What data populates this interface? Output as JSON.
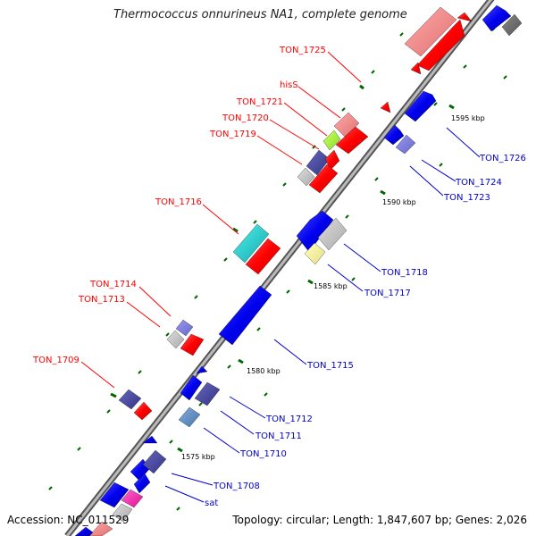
{
  "title": "Thermococcus onnurineus NA1, complete genome",
  "footer": {
    "accession": "Accession: NC_011529",
    "summary": "Topology: circular; Length: 1,847,607 bp; Genes: 2,026"
  },
  "scale_labels": [
    "1575 kbp",
    "1580 kbp",
    "1585 kbp",
    "1590 kbp",
    "1595 kbp"
  ],
  "colors": {
    "reverse_label": "#ff0000",
    "forward_label": "#0000cc",
    "backbone": "#999999",
    "tick": "#006600"
  },
  "labels_left": [
    {
      "text": "TON_1725",
      "color": "#ff0000"
    },
    {
      "text": "hisS",
      "color": "#ff0000"
    },
    {
      "text": "TON_1721",
      "color": "#ff0000"
    },
    {
      "text": "TON_1720",
      "color": "#ff0000"
    },
    {
      "text": "TON_1719",
      "color": "#ff0000"
    },
    {
      "text": "TON_1716",
      "color": "#ff0000"
    },
    {
      "text": "TON_1714",
      "color": "#ff0000"
    },
    {
      "text": "TON_1713",
      "color": "#ff0000"
    },
    {
      "text": "TON_1709",
      "color": "#ff0000"
    }
  ],
  "labels_right": [
    {
      "text": "TON_1726",
      "color": "#0000cc"
    },
    {
      "text": "TON_1724",
      "color": "#0000cc"
    },
    {
      "text": "TON_1723",
      "color": "#0000cc"
    },
    {
      "text": "TON_1718",
      "color": "#0000cc"
    },
    {
      "text": "TON_1717",
      "color": "#0000cc"
    },
    {
      "text": "TON_1715",
      "color": "#0000cc"
    },
    {
      "text": "TON_1712",
      "color": "#0000cc"
    },
    {
      "text": "TON_1711",
      "color": "#0000cc"
    },
    {
      "text": "TON_1710",
      "color": "#0000cc"
    },
    {
      "text": "TON_1708",
      "color": "#0000cc"
    },
    {
      "text": "sat",
      "color": "#0000cc"
    }
  ]
}
